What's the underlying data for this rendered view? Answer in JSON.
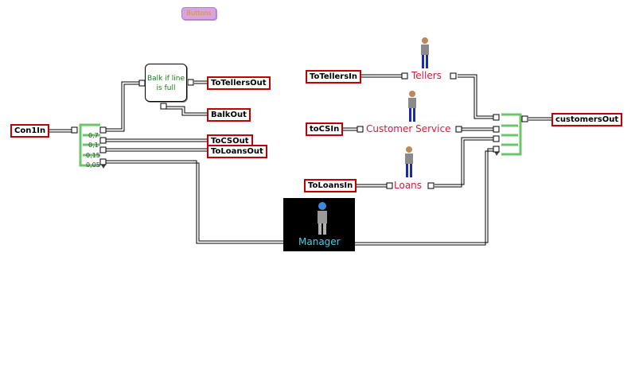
{
  "toolbar": {
    "buttons_label": "Buttons"
  },
  "balk_block": {
    "label": "Balk if line is full"
  },
  "ports": {
    "con1_in": "Con1In",
    "to_tellers_out": "ToTellersOut",
    "balk_out": "BalkOut",
    "to_cs_out": "ToCSOut",
    "to_loans_out": "ToLoansOut",
    "to_tellers_in": "ToTellersIn",
    "to_cs_in": "toCSIn",
    "to_loans_in": "ToLoansIn",
    "customers_out": "customersOut"
  },
  "servers": {
    "tellers": "Tellers",
    "customer_service": "Customer Service",
    "loans": "Loans",
    "manager": "Manager"
  },
  "selector": {
    "probabilities": [
      "0,7",
      "0,1",
      "0,15",
      "0,05"
    ]
  },
  "colors": {
    "port_border": "#c00000",
    "server_label": "#d01c3c",
    "manager_label": "#3ad8e8",
    "selector_green": "#6cc46c",
    "balk_text": "#1a7a1a"
  }
}
